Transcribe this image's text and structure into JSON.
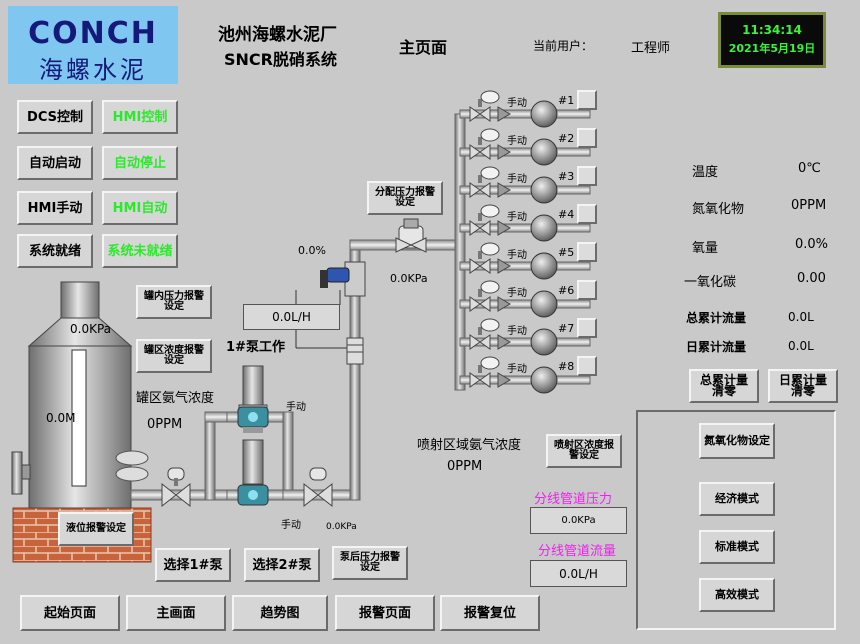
{
  "header": {
    "logo_en": "CONCH",
    "logo_cn": "海螺水泥",
    "plant": "池州海螺水泥厂",
    "system": "SNCR脱硝系统",
    "page_title": "主页面",
    "user_label": "当前用户：",
    "user_value": "工程师",
    "time": "11:34:14",
    "date": "2021年5月19日"
  },
  "left_buttons": {
    "dcs": "DCS控制",
    "hmi_ctrl": "HMI控制",
    "auto_start": "自动启动",
    "auto_stop": "自动停止",
    "hmi_manual": "HMI手动",
    "hmi_auto": "HMI自动",
    "sys_ready": "系统就绪",
    "sys_not_ready": "系统未就绪"
  },
  "tank": {
    "pressure": "0.0KPa",
    "level": "0.0M",
    "pressure_alarm": "罐内压力报警设定",
    "conc_alarm": "罐区浓度报警设定",
    "area_label": "罐区氨气浓度",
    "area_value": "0PPM",
    "level_alarm": "液位报警设定"
  },
  "pump": {
    "valve_percent": "0.0%",
    "flow": "0.0L/H",
    "work_label": "1#泵工作",
    "manual": "手动",
    "outlet_pressure": "0.0KPa",
    "dist_pressure": "0.0KPa",
    "dist_alarm": "分配压力报警设定",
    "select1": "选择1#泵",
    "select2": "选择2#泵",
    "after_alarm": "泵后压力报警设定"
  },
  "nozzles": {
    "manual": "手动",
    "items": [
      "#1",
      "#2",
      "#3",
      "#4",
      "#5",
      "#6",
      "#7",
      "#8"
    ]
  },
  "spray": {
    "label": "喷射区域氨气浓度",
    "value": "0PPM",
    "alarm": "喷射区浓度报警设定",
    "branch_pressure_label": "分线管道压力",
    "branch_pressure_value": "0.0KPa",
    "branch_flow_label": "分线管道流量",
    "branch_flow_value": "0.0L/H"
  },
  "readings": {
    "temp_label": "温度",
    "temp_value": "0℃",
    "nox_label": "氮氧化物",
    "nox_value": "0PPM",
    "o2_label": "氧量",
    "o2_value": "0.0%",
    "co_label": "一氧化碳",
    "co_value": "0.00",
    "total_label": "总累计流量",
    "total_value": "0.0L",
    "daily_label": "日累计流量",
    "daily_value": "0.0L",
    "total_reset": "总累计量清零",
    "daily_reset": "日累计量清零"
  },
  "modes": {
    "nox_set": "氮氧化物设定",
    "economy": "经济模式",
    "standard": "标准模式",
    "efficient": "高效模式"
  },
  "nav": {
    "start": "起始页面",
    "main": "主画面",
    "trend": "趋势图",
    "alarm": "报警页面",
    "reset": "报警复位"
  }
}
